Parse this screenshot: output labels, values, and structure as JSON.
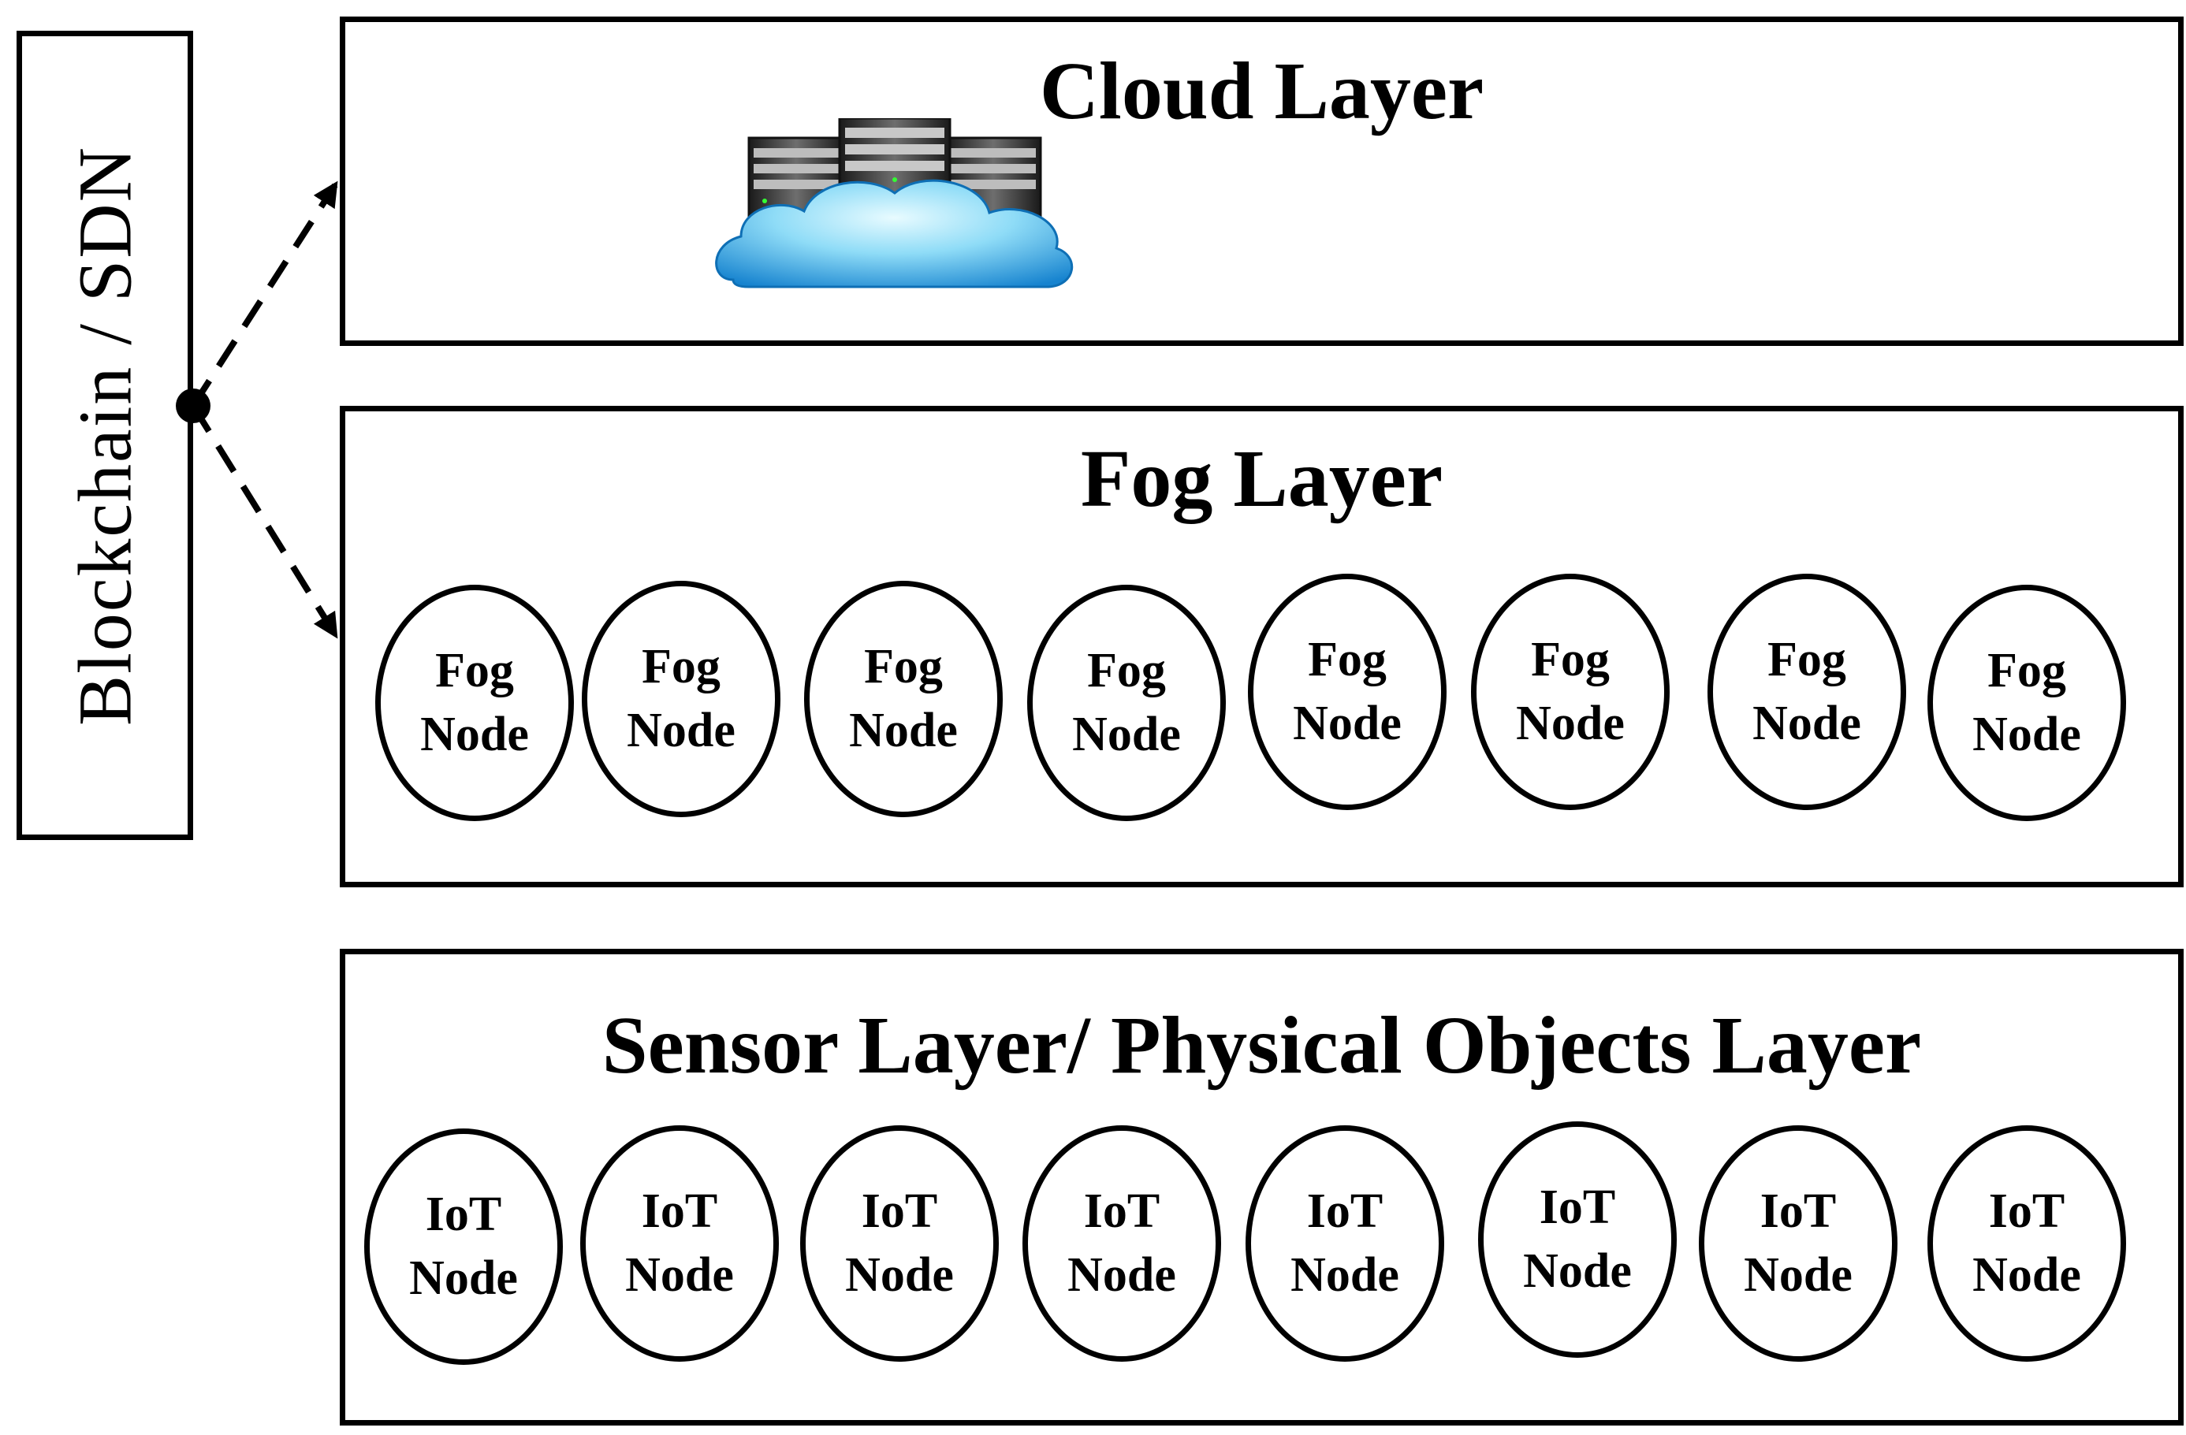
{
  "side_label": "Blockchain / SDN",
  "cloud_layer": {
    "title": "Cloud Layer",
    "icon": "cloud-servers-icon"
  },
  "fog_layer": {
    "title": "Fog Layer",
    "nodes": [
      {
        "line1": "Fog",
        "line2": "Node"
      },
      {
        "line1": "Fog",
        "line2": "Node"
      },
      {
        "line1": "Fog",
        "line2": "Node"
      },
      {
        "line1": "Fog",
        "line2": "Node"
      },
      {
        "line1": "Fog",
        "line2": "Node"
      },
      {
        "line1": "Fog",
        "line2": "Node"
      },
      {
        "line1": "Fog",
        "line2": "Node"
      },
      {
        "line1": "Fog",
        "line2": "Node"
      }
    ]
  },
  "sensor_layer": {
    "title": "Sensor Layer/ Physical Objects Layer",
    "nodes": [
      {
        "line1": "IoT",
        "line2": "Node"
      },
      {
        "line1": "IoT",
        "line2": "Node"
      },
      {
        "line1": "IoT",
        "line2": "Node"
      },
      {
        "line1": "IoT",
        "line2": "Node"
      },
      {
        "line1": "IoT",
        "line2": "Node"
      },
      {
        "line1": "IoT",
        "line2": "Node"
      },
      {
        "line1": "IoT",
        "line2": "Node"
      },
      {
        "line1": "IoT",
        "line2": "Node"
      }
    ]
  },
  "colors": {
    "line": "#000000",
    "cloud_light": "#bfefff",
    "cloud_dark": "#1e8fd6",
    "server_dark": "#2b2b2b",
    "server_light": "#9a9a9a"
  }
}
